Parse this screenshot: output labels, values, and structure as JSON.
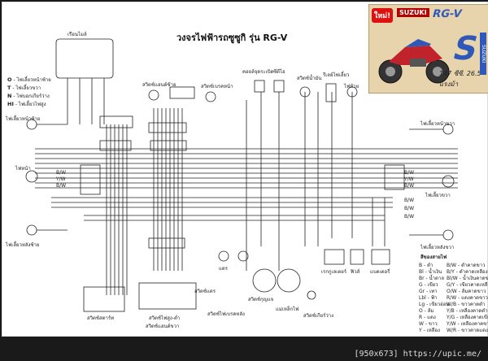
{
  "title": "วงจรไฟฟ้ารถซูซูกิ รุ่น RG-V",
  "footer": "[950x673] https://upic.me/",
  "inset": {
    "new_badge": "ใหม่!",
    "brand": "SUZUKI",
    "model": "RG-V",
    "letter": "S",
    "spec": "147 ซีซี. 26.5 แรงม้า",
    "side": "SUZUKI"
  },
  "legend_left": [
    {
      "code": "O",
      "text": " - ไฟเลี้ยวหน้าซ้าย"
    },
    {
      "code": "T",
      "text": " - ไฟเลี้ยวขวา"
    },
    {
      "code": "N",
      "text": " - ไฟบอกเกียร์ว่าง"
    },
    {
      "code": "HI",
      "text": " - ไฟเลี้ยวไฟสูง"
    }
  ],
  "labels": {
    "top_gauge": "เรือนไมล์",
    "front_left_signal": "ไฟเลี้ยวหน้าซ้าย",
    "front_right_signal": "ไฟเลี้ยวหน้าขวา",
    "headlight": "ไฟหน้า",
    "headlight_right": "ไฟเลี้ยวขวา",
    "rear_left_signal": "ไฟเลี้ยวหลังซ้าย",
    "rear_right_signal": "ไฟเลี้ยวหลังขวา",
    "left_switch": "สวิตช์แฮนด์ซ้าย",
    "brake_switch": "สวิตช์เบรคหน้า",
    "horn": "แตร",
    "ignition": "สวิตช์กุญแจ",
    "battery": "แบตเตอรี่",
    "fuse": "ฟิวส์",
    "regulator": "เรกกูเลเตอร์",
    "cdi": "ซีดีไอ",
    "ignition_coil": "คอยล์จุดระเบิด",
    "flasher": "รีเลย์ไฟเลี้ยว",
    "magneto": "แม่เหล็กไฟ",
    "neutral_switch": "สวิตช์เกียร์ว่าง",
    "rear_brake_switch": "สวิตช์ไฟเบรคหลัง",
    "switch_box_left": "สวิตช์สตาร์ท",
    "switch_box_mid": "สวิตช์ไฟสูง-ต่ำ",
    "switch_box_right": "สวิตช์แตร",
    "switch_group": "สวิตช์แฮนด์ขวา",
    "oil_switch": "สวิตช์น้ำมัน",
    "tail_light": "ไฟท้าย"
  },
  "wire_codes": [
    "B/W",
    "Y/W",
    "B/W",
    "B/W",
    "Y/W",
    "B/W",
    "B/W",
    "B/W",
    "B/W"
  ],
  "color_legend_title": "สีของสายไฟ",
  "color_legend": [
    {
      "code": "B",
      "name": "ดำ"
    },
    {
      "code": "Bl",
      "name": "น้ำเงิน"
    },
    {
      "code": "Br",
      "name": "น้ำตาล"
    },
    {
      "code": "G",
      "name": "เขียว"
    },
    {
      "code": "Gr",
      "name": "เทา"
    },
    {
      "code": "Lbl",
      "name": "ฟ้า"
    },
    {
      "code": "Lg",
      "name": "เขียวอ่อน"
    },
    {
      "code": "O",
      "name": "ส้ม"
    },
    {
      "code": "R",
      "name": "แดง"
    },
    {
      "code": "W",
      "name": "ขาว"
    },
    {
      "code": "Y",
      "name": "เหลือง"
    }
  ],
  "color_legend_right": [
    {
      "code": "B/W",
      "name": "ดำคาดขาว"
    },
    {
      "code": "B/Y",
      "name": "ดำคาดเหลือง"
    },
    {
      "code": "Bl/W",
      "name": "น้ำเงินคาดขาว"
    },
    {
      "code": "G/Y",
      "name": "เขียวคาดเหลือง"
    },
    {
      "code": "O/W",
      "name": "ส้มคาดขาว"
    },
    {
      "code": "R/W",
      "name": "แดงคาดขาว"
    },
    {
      "code": "W/B",
      "name": "ขาวคาดดำ"
    },
    {
      "code": "Y/B",
      "name": "เหลืองคาดดำ"
    },
    {
      "code": "Y/G",
      "name": "เหลืองคาดเขียว"
    },
    {
      "code": "Y/W",
      "name": "เหลืองคาดขาว"
    },
    {
      "code": "W/R",
      "name": "ขาวคาดแดง"
    }
  ],
  "colors": {
    "wire": "#222222",
    "inset_blue": "#2e59b8",
    "inset_red": "#b30000"
  }
}
